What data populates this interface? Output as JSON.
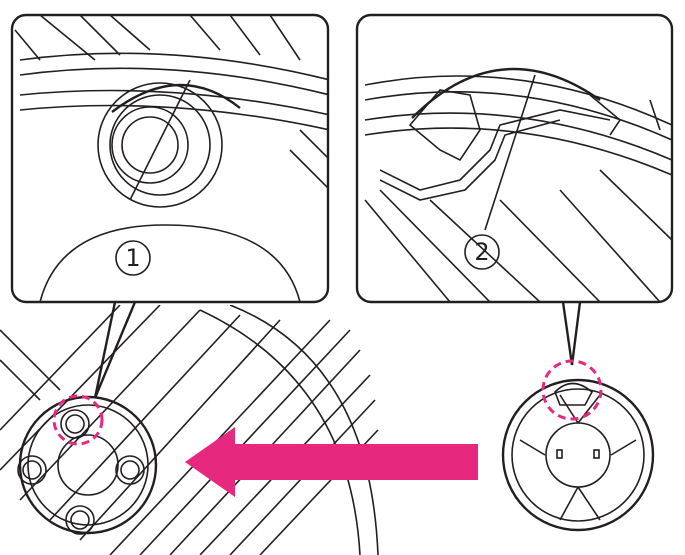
{
  "callouts": [
    {
      "label": "1"
    },
    {
      "label": "2"
    }
  ],
  "colors": {
    "accent": "#e6287f",
    "line": "#231f20"
  },
  "icons": {
    "arrow": "left-arrow"
  }
}
